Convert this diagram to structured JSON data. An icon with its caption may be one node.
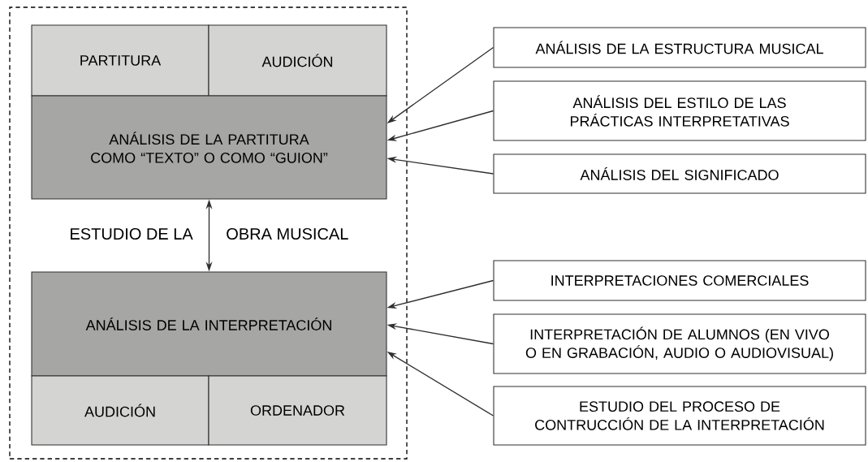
{
  "diagram": {
    "nodes": [
      {
        "text": [],
        "shape": "box"
      },
      {
        "text": [
          "PARTITURA"
        ],
        "in": 0
      },
      {
        "text": [
          "AUDICIÓN"
        ],
        "in": 0
      },
      {
        "text": [
          "ANÁLISIS DE LA PARTITURA COMO “TEXTO” O COMO “GUION”"
        ],
        "in": 0
      },
      {
        "text": [
          "ANÁLISIS DE LA INTERPRETACIÓN"
        ],
        "in": 0
      },
      {
        "text": [
          "AUDICIÓN"
        ],
        "in": 0
      },
      {
        "text": [
          "ORDENADOR"
        ],
        "in": 0
      },
      {
        "text": [
          "ANÁLISIS DE LA ESTRUCTURA MUSICAL"
        ]
      },
      {
        "text": [
          "ANÁLISIS DEL ESTILO DE LAS PRÁCTICAS INTERPRETATIVAS"
        ]
      },
      {
        "text": [
          "ANÁLISIS DEL SIGNIFICADO"
        ]
      },
      {
        "text": [
          "INTERPRETACIONES COMERCIALES"
        ]
      },
      {
        "text": [
          "INTERPRETACIÓN DE ALUMNOS (EN VIVO O EN GRABACIÓN, AUDIO O AUDIOVISUAL)"
        ]
      },
      {
        "text": [
          "ESTUDIO DEL PROCESO DE CONTRUCCIÓN DE LA INTERPRETACIÓN"
        ]
      }
    ],
    "edges": [
      {
        "from": 7,
        "to": 3,
        "arrow": "to"
      },
      {
        "from": 8,
        "to": 3,
        "arrow": "to"
      },
      {
        "from": 9,
        "to": 3,
        "arrow": "to"
      },
      {
        "from": 10,
        "to": 4,
        "arrow": "to"
      },
      {
        "from": 11,
        "to": 4,
        "arrow": "to"
      },
      {
        "from": 12,
        "to": 4,
        "arrow": "to"
      },
      {
        "from": 3,
        "to": 4,
        "arrow": "both"
      }
    ],
    "labels": [
      "ESTUDIO DE LA",
      "OBRA MUSICAL"
    ]
  }
}
